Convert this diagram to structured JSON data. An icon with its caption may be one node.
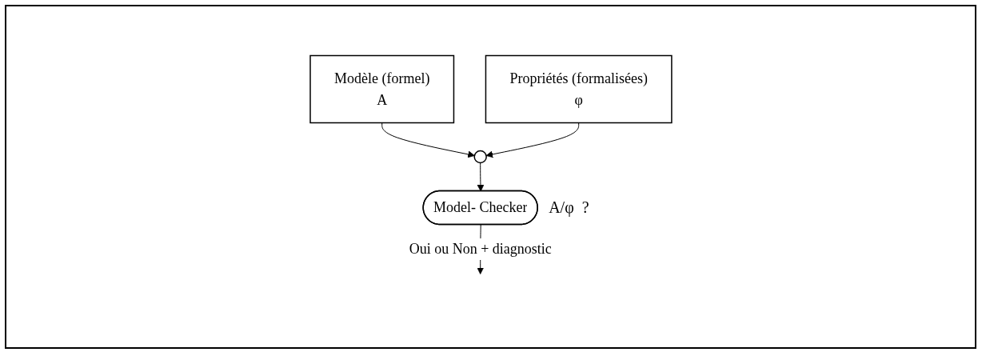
{
  "diagram": {
    "nodes": [
      {
        "text": [
          "Modèle (formel)",
          "A"
        ]
      },
      {
        "text": [
          "Propriétés (formalisées)",
          "φ"
        ]
      },
      {
        "text": [],
        "shape": "circle"
      },
      {
        "text": [
          "Model- Checker"
        ],
        "beside": [
          "A/φ  ?"
        ]
      }
    ],
    "edges": [
      {
        "from": 0,
        "to": 2,
        "arrow": "to"
      },
      {
        "from": 1,
        "to": 2,
        "arrow": "to"
      },
      {
        "from": 2,
        "to": 3,
        "arrow": "to"
      },
      {
        "from": 3,
        "to": null,
        "arrow": "to",
        "label": "Oui ou Non + diagnostic"
      }
    ]
  }
}
